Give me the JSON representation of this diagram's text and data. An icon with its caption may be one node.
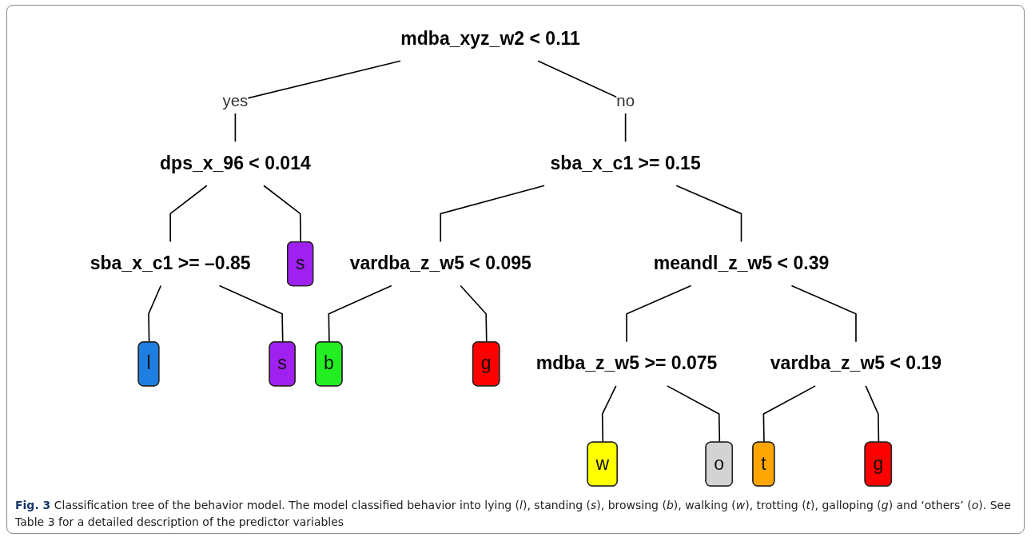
{
  "diagram": {
    "caption": "**Fig. 3** Classification tree of the behavior model. The model classified behavior into lying (*l*), standing (*s*), browsing (*b*), walking (*w*), trotting (*t*), galloping (*g*) and ‘others’ (*o*). See Table 3 for a detailed description of the predictor variables",
    "nodes": [
      {
        "text": [
          "mdba_xyz_w2 < 0.11"
        ]
      },
      {
        "text": [
          "dps_x_96 < 0.014"
        ]
      },
      {
        "text": [
          "sba_x_c1 >= 0.15"
        ]
      },
      {
        "text": [
          "sba_x_c1 >= –0.85"
        ]
      },
      {
        "text": [
          "s"
        ]
      },
      {
        "text": [
          "vardba_z_w5 < 0.095"
        ]
      },
      {
        "text": [
          "meandl_z_w5 < 0.39"
        ]
      },
      {
        "text": [
          "l"
        ]
      },
      {
        "text": [
          "s"
        ]
      },
      {
        "text": [
          "b"
        ]
      },
      {
        "text": [
          "g"
        ]
      },
      {
        "text": [
          "mdba_z_w5 >= 0.075"
        ]
      },
      {
        "text": [
          "vardba_z_w5 < 0.19"
        ]
      },
      {
        "text": [
          "w"
        ]
      },
      {
        "text": [
          "o"
        ]
      },
      {
        "text": [
          "t"
        ]
      },
      {
        "text": [
          "g"
        ]
      }
    ],
    "edges": [
      {
        "from": 0,
        "to": 1,
        "arrow": "none",
        "label": "yes"
      },
      {
        "from": 0,
        "to": 2,
        "arrow": "none",
        "label": "no"
      },
      {
        "from": 1,
        "to": 3,
        "arrow": "none"
      },
      {
        "from": 1,
        "to": 4,
        "arrow": "none"
      },
      {
        "from": 2,
        "to": 5,
        "arrow": "none"
      },
      {
        "from": 2,
        "to": 6,
        "arrow": "none"
      },
      {
        "from": 3,
        "to": 7,
        "arrow": "none"
      },
      {
        "from": 3,
        "to": 8,
        "arrow": "none"
      },
      {
        "from": 5,
        "to": 9,
        "arrow": "none"
      },
      {
        "from": 5,
        "to": 10,
        "arrow": "none"
      },
      {
        "from": 6,
        "to": 11,
        "arrow": "none"
      },
      {
        "from": 6,
        "to": 12,
        "arrow": "none"
      },
      {
        "from": 11,
        "to": 13,
        "arrow": "none"
      },
      {
        "from": 11,
        "to": 14,
        "arrow": "none"
      },
      {
        "from": 12,
        "to": 15,
        "arrow": "none"
      },
      {
        "from": 12,
        "to": 16,
        "arrow": "none"
      }
    ]
  }
}
